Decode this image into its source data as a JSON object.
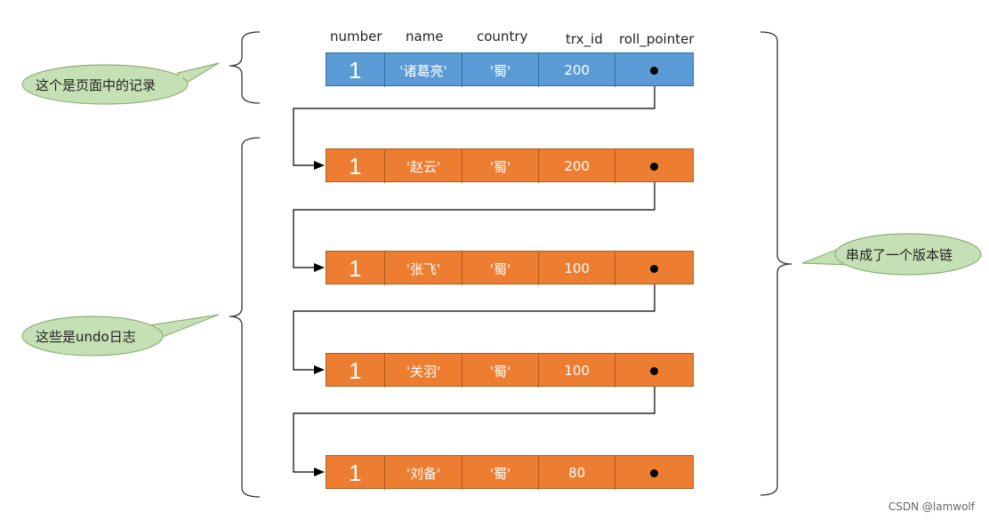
{
  "headers": [
    "number",
    "name",
    "country",
    "trx_id",
    "roll_pointer"
  ],
  "rows": [
    {
      "number": "1",
      "name": "'诸葛亮'",
      "country": "'蜀'",
      "trx_id": "200",
      "kind": "record"
    },
    {
      "number": "1",
      "name": "'赵云'",
      "country": "'蜀'",
      "trx_id": "200",
      "kind": "undo"
    },
    {
      "number": "1",
      "name": "'张飞'",
      "country": "'蜀'",
      "trx_id": "100",
      "kind": "undo"
    },
    {
      "number": "1",
      "name": "'关羽'",
      "country": "'蜀'",
      "trx_id": "100",
      "kind": "undo"
    },
    {
      "number": "1",
      "name": "'刘备'",
      "country": "'蜀'",
      "trx_id": "80",
      "kind": "undo"
    }
  ],
  "callouts": {
    "record": "这个是页面中的记录",
    "undo": "这些是undo日志",
    "chain": "串成了一个版本链"
  },
  "colors": {
    "record_fill": "#5b9bd5",
    "undo_fill": "#ed7d31",
    "callout_fill": "#c5e0b4",
    "callout_stroke": "#8fb07a"
  },
  "watermark": "CSDN @lamwolf"
}
